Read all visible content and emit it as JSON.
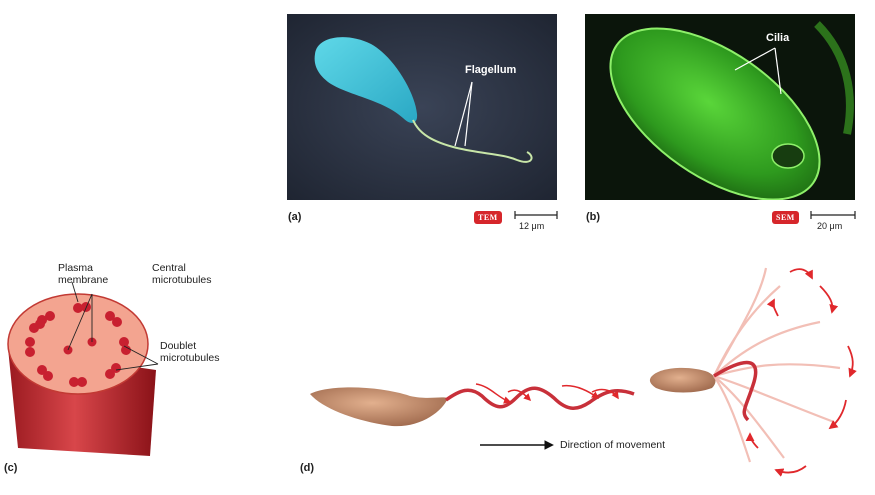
{
  "panel_a": {
    "letter": "(a)",
    "label_flagellum": "Flagellum",
    "badge": "TEM",
    "scale": "12 μm"
  },
  "panel_b": {
    "letter": "(b)",
    "label_cilia": "Cilia",
    "badge": "SEM",
    "scale": "20 μm"
  },
  "panel_c": {
    "letter": "(c)",
    "plasma_line1": "Plasma",
    "plasma_line2": "membrane",
    "central_line1": "Central",
    "central_line2": "microtubules",
    "doublet_line1": "Doublet",
    "doublet_line2": "microtubules"
  },
  "panel_d": {
    "letter": "(d)",
    "direction": "Direction of movement"
  },
  "colors": {
    "tem_bg": "#2b3242",
    "tem_cell": "#3cc4d6",
    "sem_bg": "#0d1a0d",
    "sem_cell": "#46c82c",
    "membrane": "#f2a08c",
    "microtubule": "#d32030",
    "cell_body": "#c28a6a",
    "arrow_red": "#e0282c"
  }
}
